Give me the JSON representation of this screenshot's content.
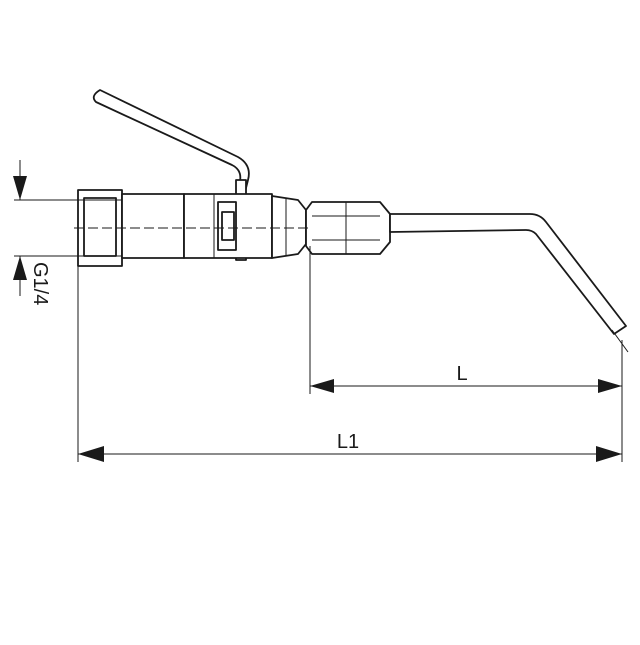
{
  "dimensions": {
    "thread_label": "G1/4",
    "length_label": "L",
    "total_length_label": "L1"
  },
  "colors": {
    "line": "#1a1a1a",
    "background": "#ffffff"
  }
}
